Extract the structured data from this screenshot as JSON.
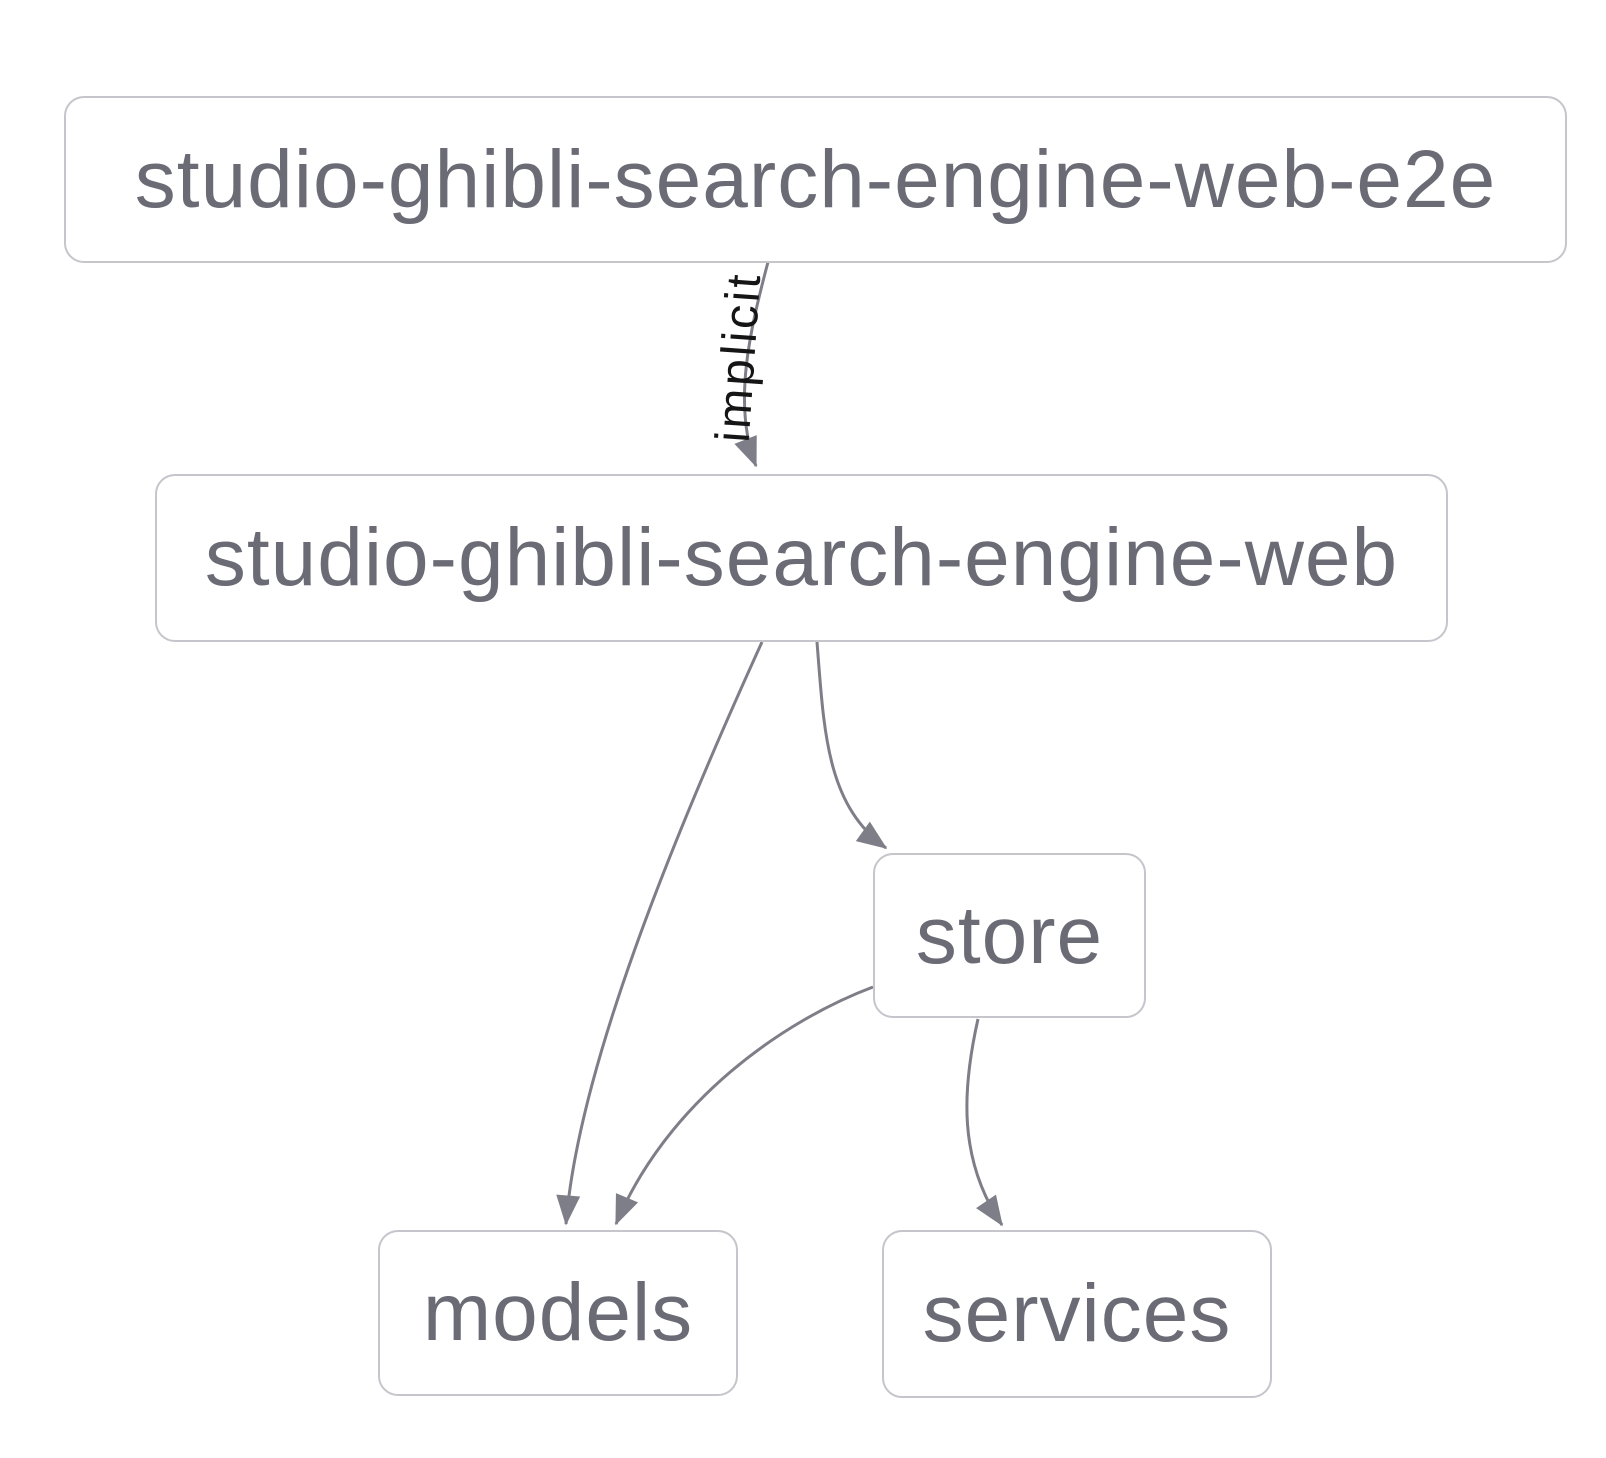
{
  "diagram": {
    "type": "dependency-graph",
    "nodes": [
      {
        "id": "studio-ghibli-search-engine-web-e2e",
        "label": "studio-ghibli-search-engine-web-e2e"
      },
      {
        "id": "studio-ghibli-search-engine-web",
        "label": "studio-ghibli-search-engine-web"
      },
      {
        "id": "store",
        "label": "store"
      },
      {
        "id": "models",
        "label": "models"
      },
      {
        "id": "services",
        "label": "services"
      }
    ],
    "edges": [
      {
        "from": "studio-ghibli-search-engine-web-e2e",
        "to": "studio-ghibli-search-engine-web",
        "label": "implicit",
        "type": "implicit"
      },
      {
        "from": "studio-ghibli-search-engine-web",
        "to": "models",
        "label": ""
      },
      {
        "from": "studio-ghibli-search-engine-web",
        "to": "store",
        "label": ""
      },
      {
        "from": "store",
        "to": "models",
        "label": ""
      },
      {
        "from": "store",
        "to": "services",
        "label": ""
      }
    ],
    "colors": {
      "background": "#ffffff",
      "node_fill": "#ffffff",
      "node_border": "#c5c5cb",
      "node_text": "#6b6b76",
      "edge": "#7e7e88",
      "edge_label": "#151515"
    }
  }
}
